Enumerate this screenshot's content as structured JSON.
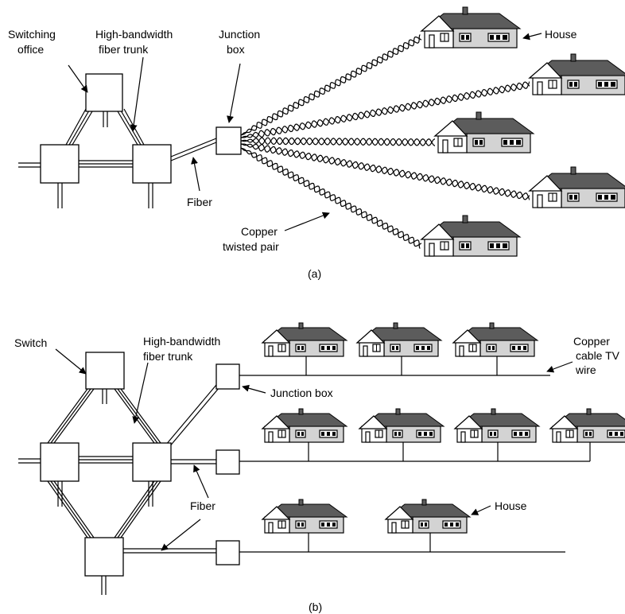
{
  "panel_a": {
    "caption": "(a)",
    "labels": {
      "switching_office": [
        "Switching",
        "office"
      ],
      "trunk": [
        "High-bandwidth",
        "fiber trunk"
      ],
      "junction_box": [
        "Junction",
        "box"
      ],
      "house": "House",
      "fiber": "Fiber",
      "copper": [
        "Copper",
        "twisted pair"
      ]
    }
  },
  "panel_b": {
    "caption": "(b)",
    "labels": {
      "switch": "Switch",
      "trunk": [
        "High-bandwidth",
        "fiber trunk"
      ],
      "junction_box": "Junction box",
      "copper_cable": [
        "Copper",
        "cable TV",
        "wire"
      ],
      "fiber": "Fiber",
      "house": "House"
    }
  },
  "colors": {
    "roof": "#5c5c5c",
    "wall": "#d3d3d3",
    "line": "#000000",
    "background": "#ffffff"
  }
}
